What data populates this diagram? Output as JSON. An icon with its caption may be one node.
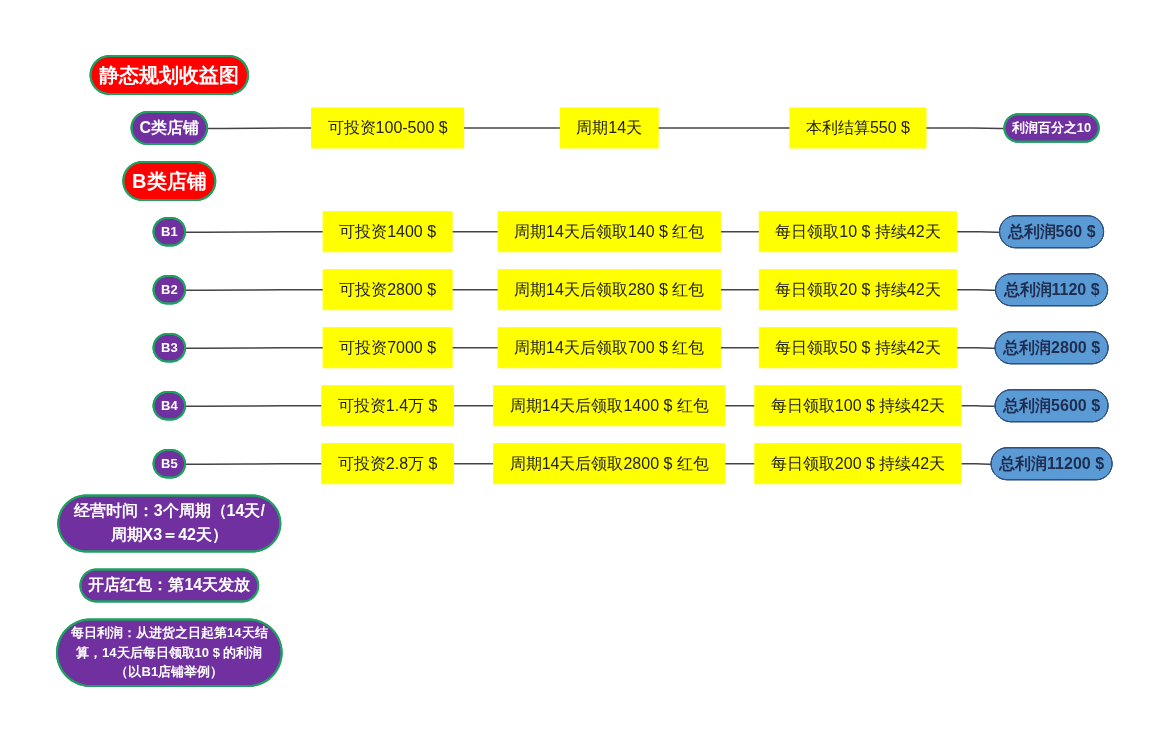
{
  "diagram": {
    "nodes": [
      {
        "text": [
          "静态规划收益图"
        ]
      },
      {
        "text": [
          "C类店铺"
        ]
      },
      {
        "text": [
          "可投资100-500 $"
        ]
      },
      {
        "text": [
          "周期14天"
        ]
      },
      {
        "text": [
          "本利结算550 $"
        ]
      },
      {
        "text": [
          "利润百分之10"
        ]
      },
      {
        "text": [
          "B类店铺"
        ]
      },
      {
        "text": [
          "B1"
        ]
      },
      {
        "text": [
          "可投资1400 $"
        ]
      },
      {
        "text": [
          "周期14天后领取140 $ 红包"
        ]
      },
      {
        "text": [
          "每日领取10 $ 持续42天"
        ]
      },
      {
        "text": [
          "总利润560 $"
        ]
      },
      {
        "text": [
          "B2"
        ]
      },
      {
        "text": [
          "可投资2800 $"
        ]
      },
      {
        "text": [
          "周期14天后领取280 $ 红包"
        ]
      },
      {
        "text": [
          "每日领取20 $ 持续42天"
        ]
      },
      {
        "text": [
          "总利润1120 $"
        ]
      },
      {
        "text": [
          "B3"
        ]
      },
      {
        "text": [
          "可投资7000 $"
        ]
      },
      {
        "text": [
          "周期14天后领取700 $ 红包"
        ]
      },
      {
        "text": [
          "每日领取50 $ 持续42天"
        ]
      },
      {
        "text": [
          "总利润2800 $"
        ]
      },
      {
        "text": [
          "B4"
        ]
      },
      {
        "text": [
          "可投资1.4万 $"
        ]
      },
      {
        "text": [
          "周期14天后领取1400 $ 红包"
        ]
      },
      {
        "text": [
          "每日领取100 $ 持续42天"
        ]
      },
      {
        "text": [
          "总利润5600 $"
        ]
      },
      {
        "text": [
          "B5"
        ]
      },
      {
        "text": [
          "可投资2.8万 $"
        ]
      },
      {
        "text": [
          "周期14天后领取2800 $ 红包"
        ]
      },
      {
        "text": [
          "每日领取200 $ 持续42天"
        ]
      },
      {
        "text": [
          "总利润11200 $"
        ]
      },
      {
        "text": [
          "经营时间：3个周期（14天/周期X3＝42天）"
        ]
      },
      {
        "text": [
          "开店红包：第14天发放"
        ]
      },
      {
        "text": [
          "每日利润：从进货之日起第14天结算，14天后每日领取10 $ 的利润（以B1店铺举例）"
        ]
      }
    ],
    "edges": [
      {
        "from": 1,
        "to": 2,
        "arrow": "none"
      },
      {
        "from": 2,
        "to": 3,
        "arrow": "none"
      },
      {
        "from": 3,
        "to": 4,
        "arrow": "none"
      },
      {
        "from": 4,
        "to": 5,
        "arrow": "none"
      },
      {
        "from": 7,
        "to": 8,
        "arrow": "none"
      },
      {
        "from": 8,
        "to": 9,
        "arrow": "none"
      },
      {
        "from": 9,
        "to": 10,
        "arrow": "none"
      },
      {
        "from": 10,
        "to": 11,
        "arrow": "none"
      },
      {
        "from": 12,
        "to": 13,
        "arrow": "none"
      },
      {
        "from": 13,
        "to": 14,
        "arrow": "none"
      },
      {
        "from": 14,
        "to": 15,
        "arrow": "none"
      },
      {
        "from": 15,
        "to": 16,
        "arrow": "none"
      },
      {
        "from": 17,
        "to": 18,
        "arrow": "none"
      },
      {
        "from": 18,
        "to": 19,
        "arrow": "none"
      },
      {
        "from": 19,
        "to": 20,
        "arrow": "none"
      },
      {
        "from": 20,
        "to": 21,
        "arrow": "none"
      },
      {
        "from": 22,
        "to": 23,
        "arrow": "none"
      },
      {
        "from": 23,
        "to": 24,
        "arrow": "none"
      },
      {
        "from": 24,
        "to": 25,
        "arrow": "none"
      },
      {
        "from": 25,
        "to": 26,
        "arrow": "none"
      },
      {
        "from": 27,
        "to": 28,
        "arrow": "none"
      },
      {
        "from": 28,
        "to": 29,
        "arrow": "none"
      },
      {
        "from": 29,
        "to": 30,
        "arrow": "none"
      },
      {
        "from": 30,
        "to": 31,
        "arrow": "none"
      }
    ]
  }
}
